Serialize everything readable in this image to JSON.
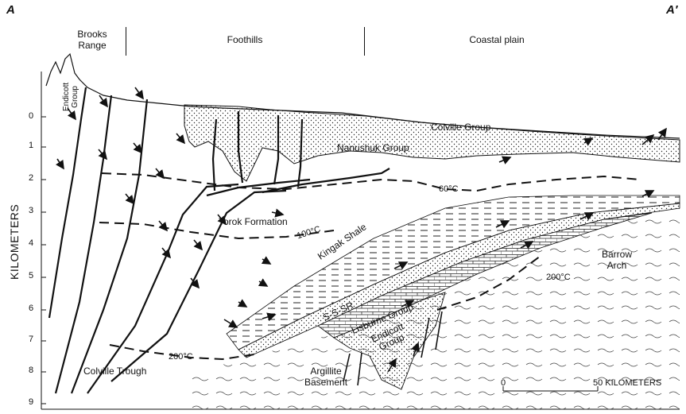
{
  "corners": {
    "left": "A",
    "right": "A′"
  },
  "regions": [
    {
      "label": "Brooks\nRange"
    },
    {
      "label": "Foothills"
    },
    {
      "label": "Coastal plain"
    }
  ],
  "y_axis": {
    "label": "KILOMETERS",
    "ticks": [
      "0",
      "1",
      "2",
      "3",
      "4",
      "5",
      "6",
      "7",
      "8",
      "9"
    ]
  },
  "units": {
    "colville_group": "Colville Group",
    "nanushuk_group": "Nanushuk Group",
    "endicott_upper": "Endicott\nGroup",
    "torok": "Torok Formation",
    "kingak": "Kingak Shale",
    "ssr": "S-S-SR",
    "lisburne": "Lisburne Group",
    "endicott_lower": "Endicott\nGroup",
    "argillite": "Argillite\nBasement",
    "colville_trough": "Colville Trough",
    "barrow_arch": "Barrow\nArch"
  },
  "isotherms": {
    "t60": "60°C",
    "t100": "100°C",
    "t200_left": "200°C",
    "t200_right": "200°C"
  },
  "scale_bar": {
    "start": "0",
    "end": "50 KILOMETERS"
  }
}
